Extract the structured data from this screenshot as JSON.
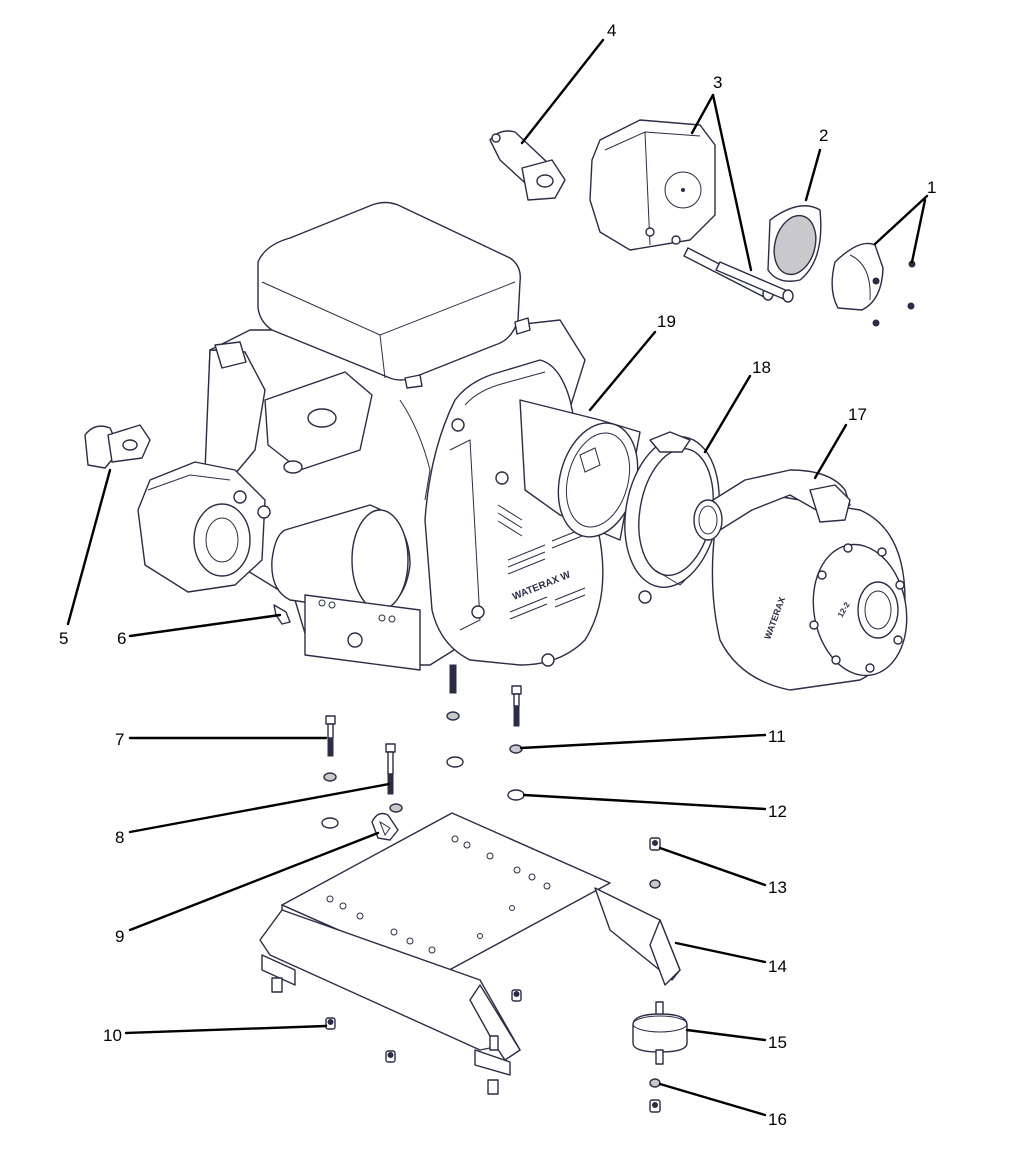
{
  "diagram": {
    "type": "exploded-parts-view",
    "subject": "Engine-driven portable pump assembly on skid frame",
    "brand_marks": [
      "WATERAX W",
      "WATERAX"
    ],
    "pump_plate_text": "12-2",
    "colors": {
      "line": "#2a2d45",
      "leader": "#000000",
      "background": "#ffffff",
      "shade": "#c9c9cc"
    },
    "callouts": [
      {
        "number": "1",
        "part": "Muffler heat-shield cover and screws"
      },
      {
        "number": "2",
        "part": "Muffler gasket"
      },
      {
        "number": "3",
        "part": "Muffler and studs"
      },
      {
        "number": "4",
        "part": "Exhaust elbow"
      },
      {
        "number": "5",
        "part": "Exhaust flange"
      },
      {
        "number": "6",
        "part": "Clip"
      },
      {
        "number": "7",
        "part": "Bolt"
      },
      {
        "number": "8",
        "part": "Bolt"
      },
      {
        "number": "9",
        "part": "Lifting eye"
      },
      {
        "number": "10",
        "part": "Nut"
      },
      {
        "number": "11",
        "part": "Lock washer"
      },
      {
        "number": "12",
        "part": "Flat washer"
      },
      {
        "number": "13",
        "part": "Nut"
      },
      {
        "number": "14",
        "part": "Skid frame"
      },
      {
        "number": "15",
        "part": "Vibration mount"
      },
      {
        "number": "16",
        "part": "Washer"
      },
      {
        "number": "17",
        "part": "Pump"
      },
      {
        "number": "18",
        "part": "Clamp"
      },
      {
        "number": "19",
        "part": "Engine adapter"
      }
    ]
  }
}
